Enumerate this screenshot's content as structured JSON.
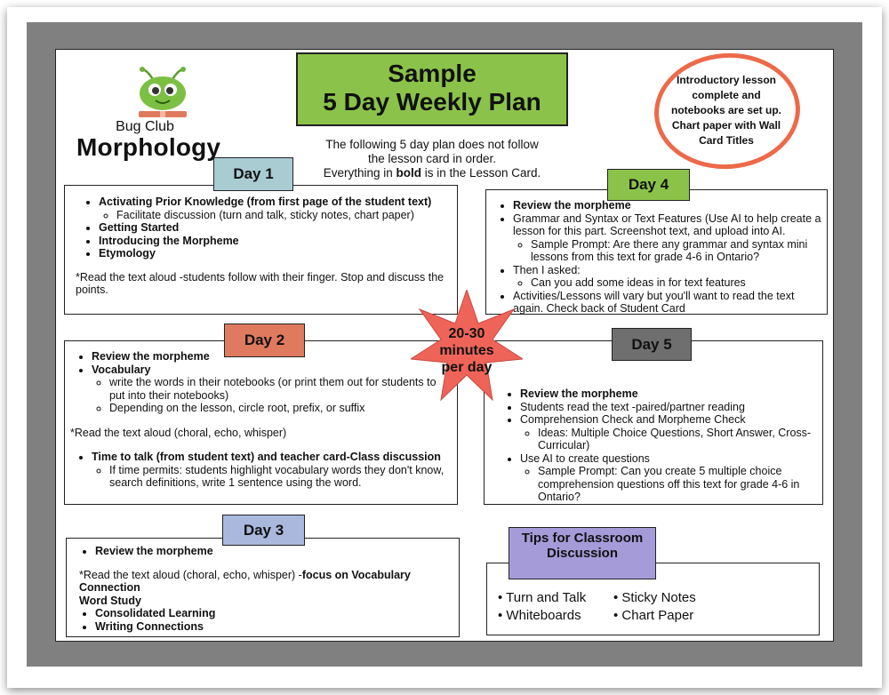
{
  "brand": {
    "line1": "Bug Club",
    "line2": "Morphology",
    "logo_icon": "green-bug-mascot"
  },
  "title": {
    "line1": "Sample",
    "line2": "5 Day Weekly Plan"
  },
  "intro": {
    "line1": "The following 5 day plan does not follow",
    "line2": "the lesson card in order.",
    "line3_pre": "Everything in ",
    "line3_bold": "bold",
    "line3_post": " is in the Lesson Card."
  },
  "note": "Introductory lesson complete and notebooks are set up. Chart paper with Wall Card Titles",
  "star": {
    "line1": "20-30",
    "line2": "minutes",
    "line3": "per day"
  },
  "colors": {
    "green": "#8bc34a",
    "blue": "#a9ccd3",
    "orange": "#e07a5f",
    "gray": "#6f6f6f",
    "purple": "#a59bd8",
    "coral": "#ec6a4a",
    "star": "#ef6459"
  },
  "day1": {
    "tab": "Day 1",
    "b1": "Activating Prior Knowledge (from first page of the student text)",
    "b1_sub": "Facilitate discussion (turn and talk, sticky notes, chart paper)",
    "b2": "Getting Started",
    "b3": "Introducing the Morpheme",
    "b4": "Etymology",
    "para": "*Read the text aloud -students follow with their finger. Stop and discuss the points."
  },
  "day2": {
    "tab": "Day 2",
    "b1": "Review the morpheme",
    "b2": "Vocabulary",
    "b2_sub1": "write the words in their notebooks (or print them out for students to put into their notebooks)",
    "b2_sub2": "Depending on the lesson, circle root, prefix, or suffix",
    "para": "*Read the text aloud (choral, echo, whisper)",
    "b3": "Time to talk (from student text) and teacher card-Class discussion",
    "b3_sub": "If time permits: students highlight vocabulary words they don't know, search definitions, write 1 sentence using the word."
  },
  "day3": {
    "tab": "Day 3",
    "b1": "Review the morpheme",
    "para_pre": "*Read the text aloud (choral, echo, whisper) -",
    "para_bold": "focus on Vocabulary Connection",
    "sub_head": "Word Study",
    "b2": "Consolidated Learning",
    "b3": "Writing Connections"
  },
  "day4": {
    "tab": "Day 4",
    "b1": "Review the morpheme",
    "b2": "Grammar and Syntax or Text Features (Use AI to help create a lesson for this part. Screenshot text, and upload into AI.",
    "b2_sub": "Sample Prompt: Are there any grammar and syntax mini lessons from this text for grade 4-6 in Ontario?",
    "b3": "Then I asked:",
    "b3_sub": "Can you add some ideas in for text features",
    "b4": "Activities/Lessons will vary but you'll want to read the text again. Check back of Student Card"
  },
  "day5": {
    "tab": "Day 5",
    "b1": "Review the morpheme",
    "b2": "Students read the text -paired/partner reading",
    "b3": "Comprehension Check and Morpheme Check",
    "b3_sub": "Ideas: Multiple Choice Questions, Short Answer, Cross-Curricular)",
    "b4": "Use AI to create questions",
    "b4_sub": "Sample Prompt: Can you create 5 multiple choice comprehension questions off this text for grade 4-6 in Ontario?"
  },
  "tips": {
    "title": "Tips for Classroom Discussion",
    "left": [
      "Turn and Talk",
      "Whiteboards"
    ],
    "right": [
      "Sticky Notes",
      "Chart Paper"
    ]
  }
}
